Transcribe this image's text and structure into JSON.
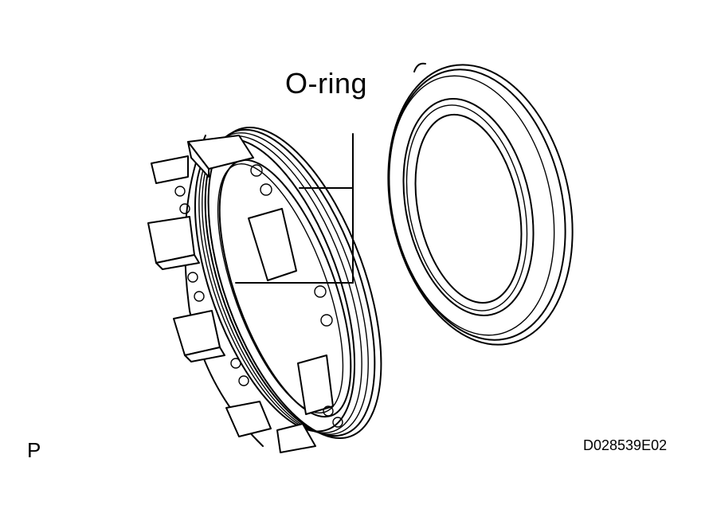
{
  "labels": {
    "part_label": "O-ring",
    "corner_letter": "P",
    "figure_id": "D028539E02"
  },
  "colors": {
    "line": "#000000",
    "background": "#ffffff"
  }
}
